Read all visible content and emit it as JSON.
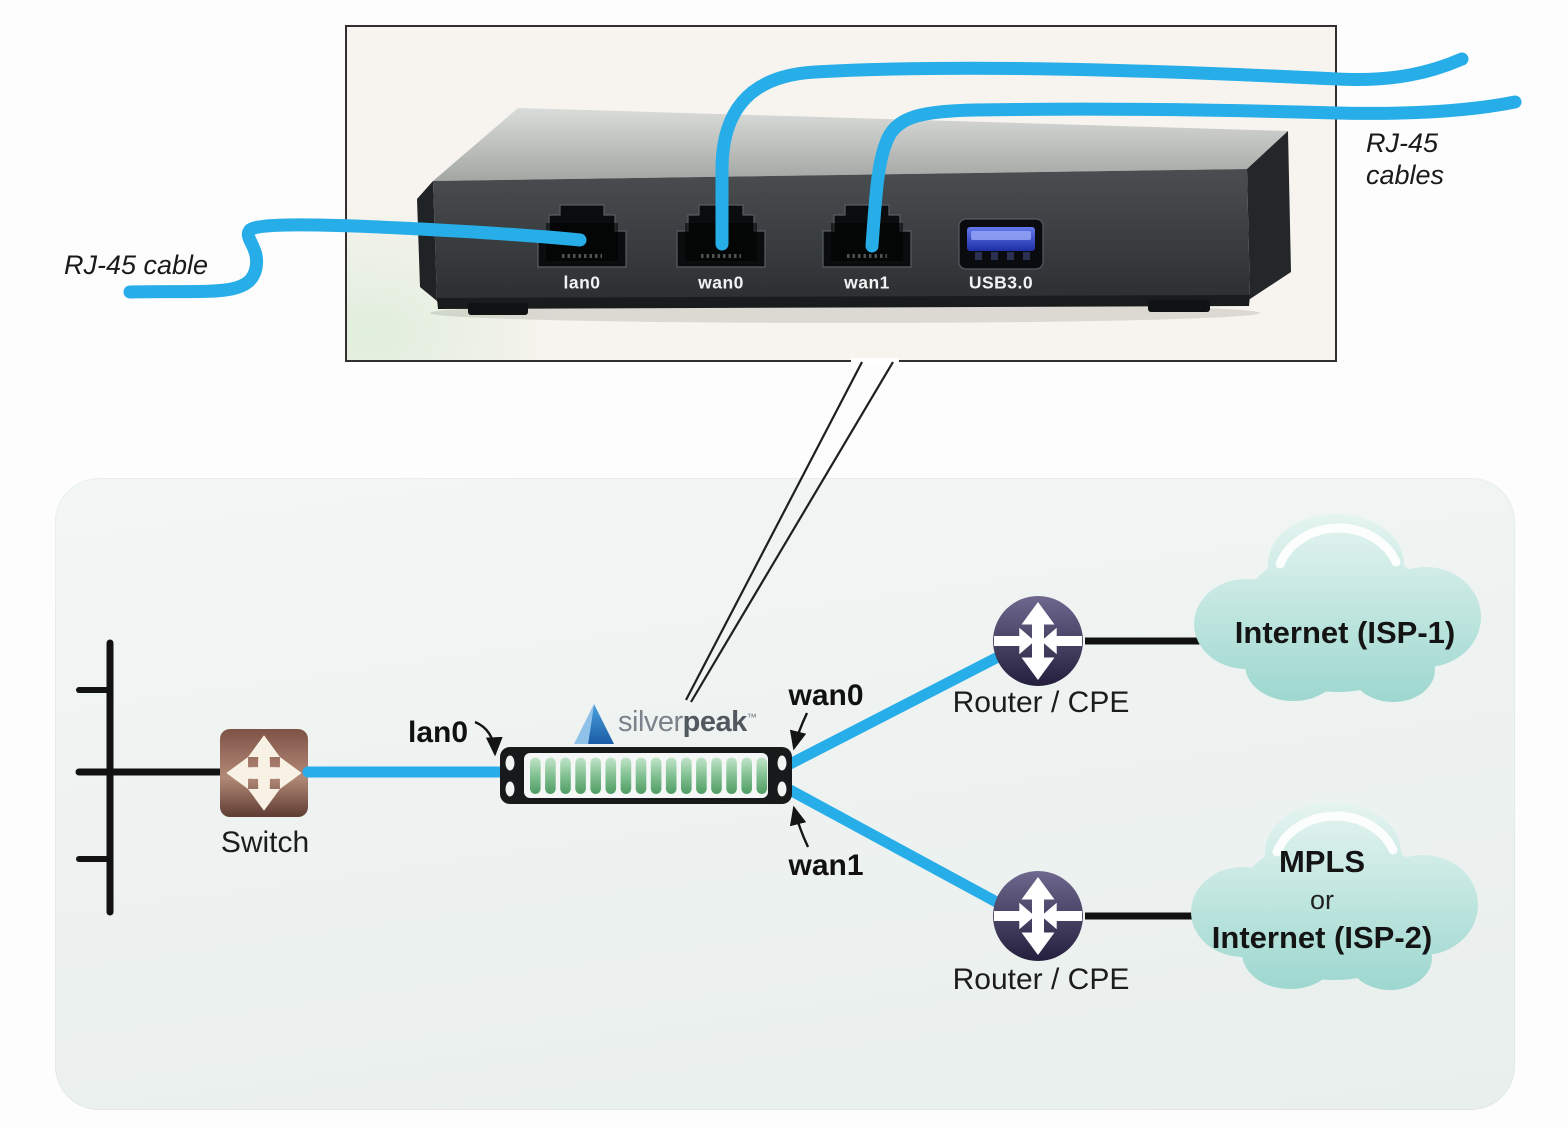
{
  "photo": {
    "description": "Front view photo of Silver Peak appliance with cables plugged in",
    "cable_label_left": "RJ-45 cable",
    "cable_label_right": [
      "RJ-45",
      "cables"
    ],
    "ports": [
      {
        "label": "lan0"
      },
      {
        "label": "wan0"
      },
      {
        "label": "wan1"
      },
      {
        "label": "USB3.0"
      }
    ]
  },
  "diagram": {
    "lan_port_label": "lan0",
    "wan0_label": "wan0",
    "wan1_label": "wan1",
    "switch_label": "Switch",
    "appliance_brand": {
      "word1": "silver",
      "word2": "peak",
      "tm": "™"
    },
    "routers": [
      {
        "label": "Router / CPE"
      },
      {
        "label": "Router / CPE"
      }
    ],
    "clouds": {
      "top": {
        "label": "Internet (ISP-1)"
      },
      "bottom": {
        "line1": "MPLS",
        "line2": "or",
        "line3": "Internet (ISP-2)"
      }
    }
  },
  "icons": {
    "switch_icon": "four-outward-arrows-cross",
    "router_icon": "router-crossed-arrows-circle",
    "cloud_icon": "cloud",
    "appliance_icon": "rack-unit-with-green-leds"
  },
  "colors": {
    "cable_blue": "#27aee8",
    "cloud_teal": "#9ad7cf",
    "router_purple": "#3a3560",
    "switch_brown": "#96604d",
    "led_green": "#4f9c63",
    "panel_bg": "#edf2f0",
    "photo_bg": "#f7f4ef"
  }
}
